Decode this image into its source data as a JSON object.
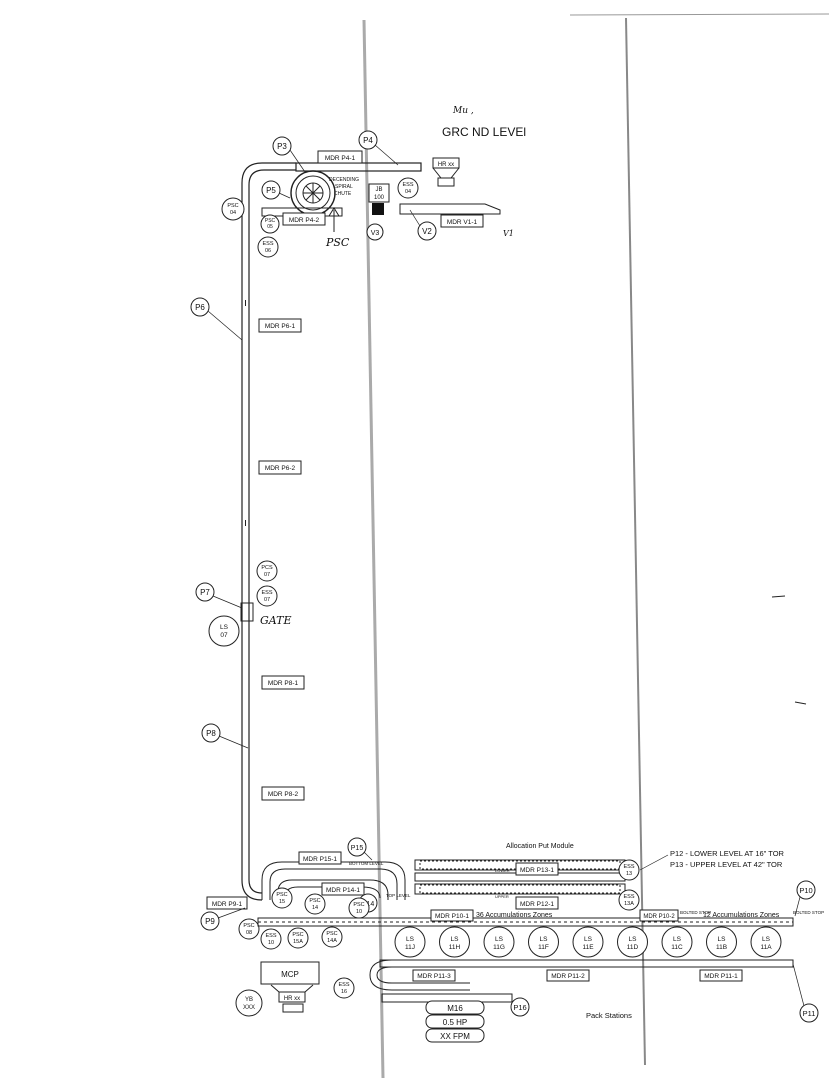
{
  "header": {
    "level_title": "GRC  ND LEVEl",
    "scribble": "Mu ,"
  },
  "callouts": {
    "P3": "P3",
    "P4": "P4",
    "P5": "P5",
    "P6": "P6",
    "P7": "P7",
    "P8": "P8",
    "P9": "P9",
    "P10": "P10",
    "P11": "P11",
    "P14": "P14",
    "P15": "P15",
    "P16": "P16",
    "V2": "V2",
    "V3": "V3",
    "V1": "V1"
  },
  "labels": {
    "mdr_p4_1": "MDR P4-1",
    "mdr_p4_2": "MDR P4-2",
    "mdr_v1_1": "MDR V1-1",
    "mdr_p6_1": "MDR P6-1",
    "mdr_p6_2": "MDR P6-2",
    "mdr_p8_1": "MDR P8-1",
    "mdr_p8_2": "MDR P8-2",
    "mdr_p9_1": "MDR P9-1",
    "mdr_p15_1": "MDR P15-1",
    "mdr_p14_1": "MDR P14-1",
    "mdr_p13_1": "MDR P13-1",
    "mdr_p12_1": "MDR P12-1",
    "mdr_p10_1": "MDR P10-1",
    "mdr_p10_2": "MDR P10-2",
    "mdr_p11_1": "MDR P11-1",
    "mdr_p11_2": "MDR P11-2",
    "mdr_p11_3": "MDR P11-3",
    "hr_top": "HR xx",
    "hr_bottom": "HR xx",
    "mcp": "MCP"
  },
  "spiral": {
    "line1": "DECENDING",
    "line2": "SPIRAL",
    "line3": "CHUTE"
  },
  "jb": {
    "line1": "JB",
    "line2": "100"
  },
  "devices": {
    "psc04": [
      "PSC",
      "04"
    ],
    "psc05": [
      "PSC",
      "05"
    ],
    "ess06": [
      "ESS",
      "06"
    ],
    "ess04": [
      "ESS",
      "04"
    ],
    "pcs07": [
      "PCS",
      "07"
    ],
    "ess07": [
      "ESS",
      "07"
    ],
    "ls07": [
      "LS",
      "07"
    ],
    "psc08": [
      "PSC",
      "08"
    ],
    "psc15": [
      "PSC",
      "15"
    ],
    "psc14": [
      "PSC",
      "14"
    ],
    "psc10": [
      "PSC",
      "10"
    ],
    "ess10": [
      "ESS",
      "10"
    ],
    "psc15a": [
      "PSC",
      "15A"
    ],
    "psc14a": [
      "PSC",
      "14A"
    ],
    "ess16": [
      "ESS",
      "16"
    ],
    "ess13": [
      "ESS",
      "13"
    ],
    "ess13a": [
      "ESS",
      "13A"
    ],
    "yb": [
      "YB",
      "XXX"
    ]
  },
  "handwriting": {
    "psc": "PSC",
    "gate": "GATE"
  },
  "notes": {
    "allocation": "Allocation Put Module",
    "p12": "P12  -  LOWER LEVEL AT 16\" TOR",
    "p13": "P13  -  UPPER LEVEL AT 42\" TOR",
    "zones36": "36 Accumulations Zones",
    "zones12": "12 Accumulations Zones",
    "pack": "Pack Stations",
    "bottom_level": "BOTTOM LEVEL",
    "top_level": "TOP LEVEL",
    "bolted_stop_1": "BOLTED STOP",
    "bolted_stop_2": "BOLTED STOP",
    "lower": "LOWER",
    "upper": "UPPER"
  },
  "ls_stations": [
    "11J",
    "11H",
    "11G",
    "11F",
    "11E",
    "11D",
    "11C",
    "11B",
    "11A"
  ],
  "motor": {
    "id": "M16",
    "hp": "0.5 HP",
    "speed": "XX FPM"
  }
}
